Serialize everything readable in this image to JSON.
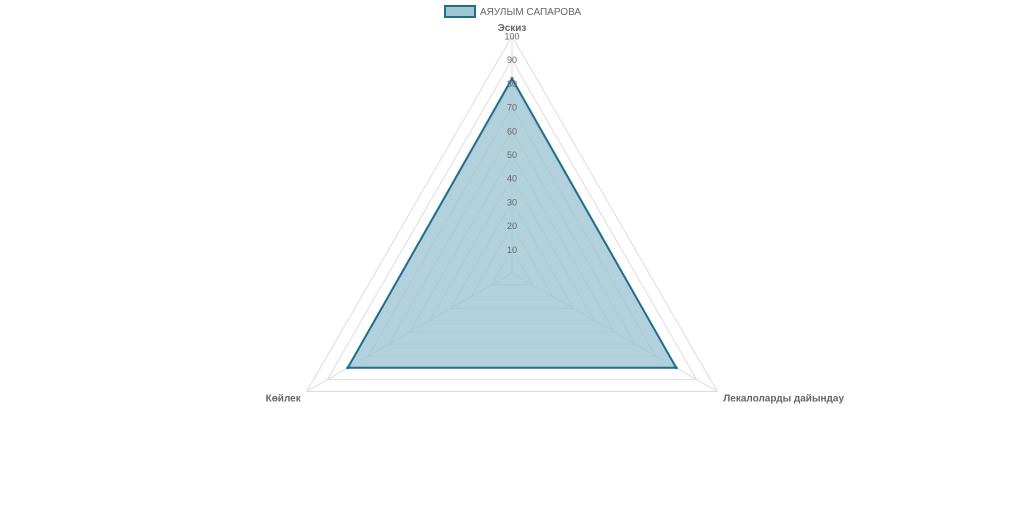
{
  "chart_data": {
    "type": "radar",
    "categories": [
      "Эскиз",
      "Лекалоларды дайындау",
      "Көйлек"
    ],
    "series": [
      {
        "name": "АЯУЛЫМ САПАРОВА",
        "values": [
          82,
          80,
          80
        ],
        "border_color": "#1e6e8c",
        "fill_color": "#9fc6d3"
      }
    ],
    "rlim": [
      0,
      100
    ],
    "ticks": [
      10,
      20,
      30,
      40,
      50,
      60,
      70,
      80,
      90,
      100
    ],
    "legend_position": "top",
    "grid": true
  }
}
